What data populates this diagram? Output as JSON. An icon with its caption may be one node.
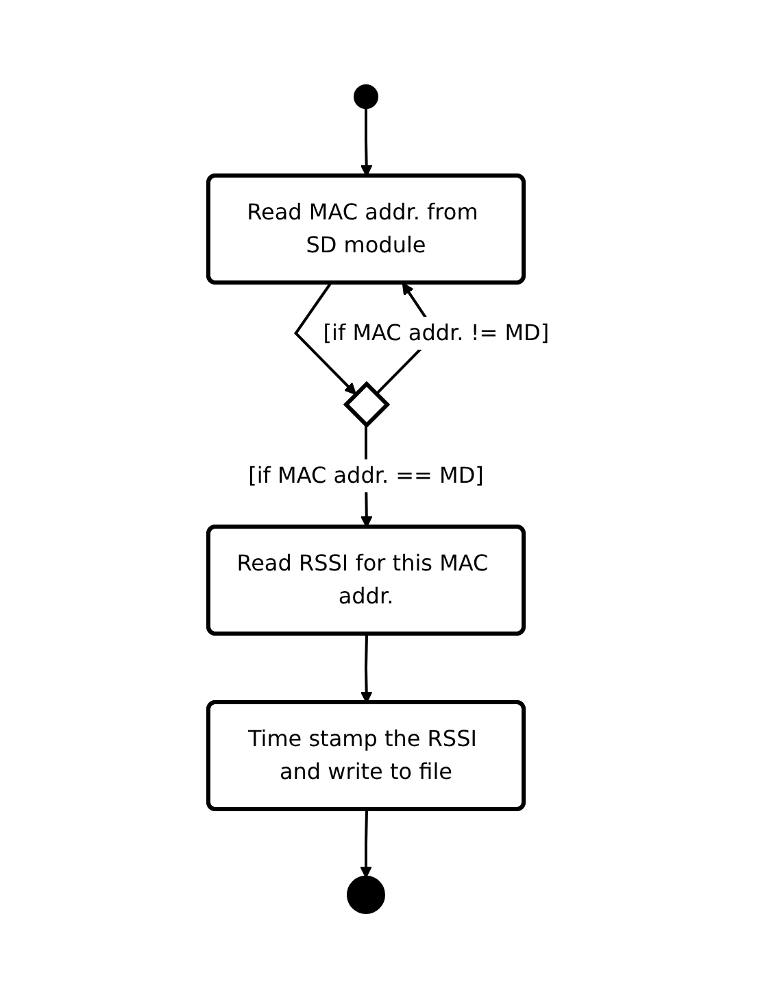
{
  "diagram": {
    "nodes": [
      {
        "text": [],
        "shape": "circle"
      },
      {
        "text": [
          "Read MAC addr. from SD module"
        ]
      },
      {
        "text": [],
        "shape": "diamond"
      },
      {
        "text": [
          "Read RSSI for this MAC addr."
        ]
      },
      {
        "text": [
          "Time stamp the RSSI and write to file"
        ]
      },
      {
        "text": [],
        "shape": "circle"
      }
    ],
    "edges": [
      {
        "from": 0,
        "to": 1,
        "arrow": "to"
      },
      {
        "from": 1,
        "to": 2,
        "arrow": "to"
      },
      {
        "from": 2,
        "to": 1,
        "arrow": "to",
        "label": "[if MAC addr. != MD]"
      },
      {
        "from": 2,
        "to": 3,
        "arrow": "to",
        "label": "[if MAC addr. == MD]"
      },
      {
        "from": 3,
        "to": 4,
        "arrow": "to"
      },
      {
        "from": 4,
        "to": 5,
        "arrow": "to"
      }
    ]
  }
}
